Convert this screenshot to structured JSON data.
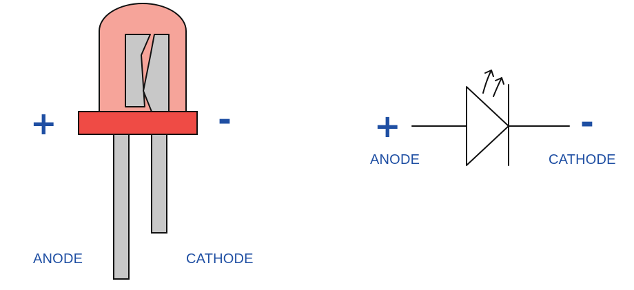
{
  "led_illustration": {
    "plus_sign": "+",
    "minus_sign": "-",
    "anode_label": "ANODE",
    "cathode_label": "CATHODE"
  },
  "schematic_symbol": {
    "plus_sign": "+",
    "minus_sign": "-",
    "anode_label": "ANODE",
    "cathode_label": "CATHODE"
  },
  "colors": {
    "lens_fill": "#f6a49a",
    "flange_fill": "#ef4b45",
    "lead_fill": "#c8c8c8",
    "outline": "#111111",
    "label_text": "#1f4fa3",
    "symbol_line": "#111111"
  }
}
